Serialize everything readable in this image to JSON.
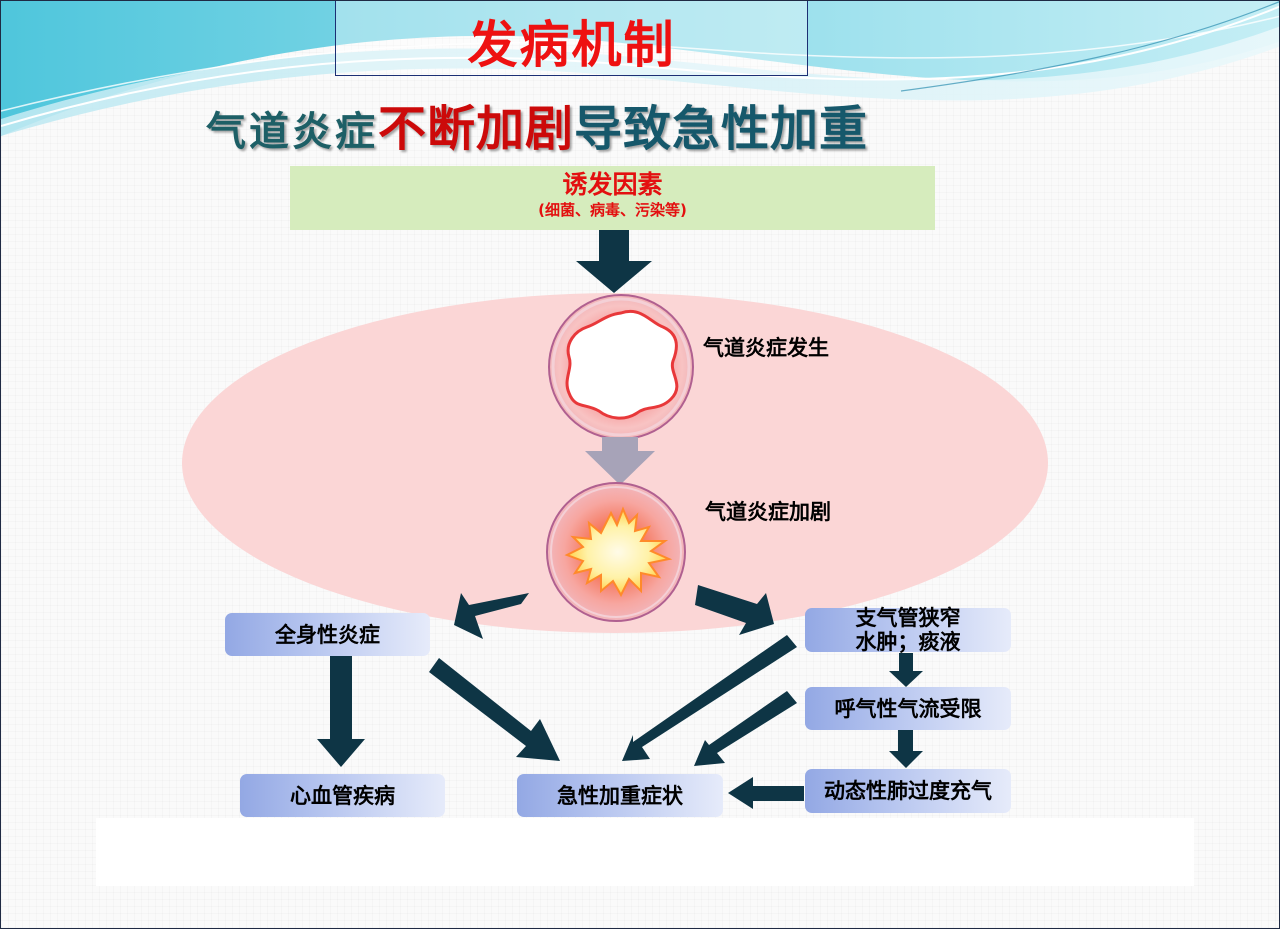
{
  "title": "发病机制",
  "subtitle": {
    "part1": "气道炎症",
    "part2": "不断加剧",
    "part3": "导致急性加重"
  },
  "trigger": {
    "title": "诱发因素",
    "detail": "(细菌、病毒、污染等)"
  },
  "stages": {
    "onset": "气道炎症发生",
    "worsening": "气道炎症加剧"
  },
  "boxes": {
    "systemic": "全身性炎症",
    "bronchial_line1": "支气管狭窄",
    "bronchial_line2": "水肿；痰液",
    "expiratory": "呼气性气流受限",
    "hyperinflation": "动态性肺过度充气",
    "cardio": "心血管疾病",
    "exacerbation": "急性加重症状"
  },
  "colors": {
    "title_red": "#ee1111",
    "arrow_dark": "#0e3545",
    "ellipse_pink": "#fbd6d6",
    "trigger_green": "#d6ecbd",
    "box_blue": "#93a8e4"
  }
}
